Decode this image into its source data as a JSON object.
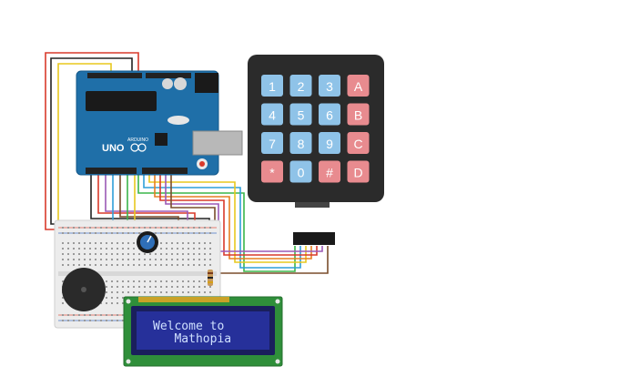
{
  "lcd": {
    "line1": "Welcome to",
    "line2": "   Mathopia"
  },
  "arduino": {
    "board_label": "UNO",
    "brand_label": "ARDUINO"
  },
  "keypad": {
    "rows": [
      [
        "1",
        "2",
        "3",
        "A"
      ],
      [
        "4",
        "5",
        "6",
        "B"
      ],
      [
        "7",
        "8",
        "9",
        "C"
      ],
      [
        "*",
        "0",
        "#",
        "D"
      ]
    ],
    "colors": {
      "number_key": "#8fc3e8",
      "letter_key": "#e88b8f",
      "body": "#2b2b2b"
    }
  },
  "colors": {
    "board": "#1f6fa8",
    "lcd_pcb": "#2f8f3a",
    "lcd_screen": "#26309a",
    "breadboard": "#e9e9e9"
  }
}
